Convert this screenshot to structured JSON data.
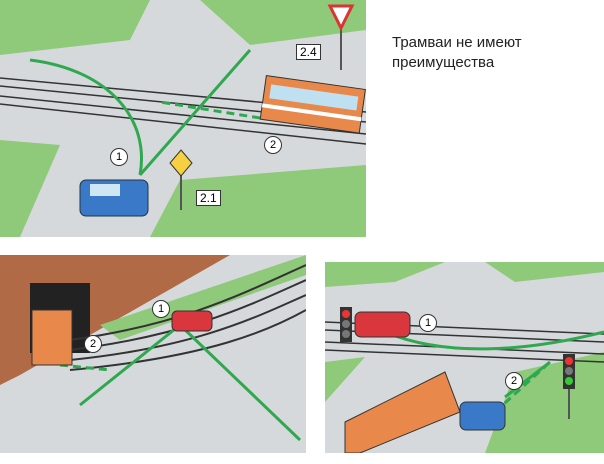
{
  "caption": {
    "line1": "Трамваи не имеют",
    "line2": "преимущества"
  },
  "panel_top": {
    "sign_yield": "2.4",
    "sign_main_road": "2.1",
    "car_label": "1",
    "tram_label": "2"
  },
  "panel_bottom_left": {
    "car_label": "1",
    "tram_label": "2"
  },
  "panel_bottom_right": {
    "car_label": "1",
    "tram_label": "2"
  },
  "colors": {
    "road": "#d6d9dc",
    "grass": "#8fc97a",
    "arrow": "#2fa84f",
    "tram": "#e8884a",
    "car_blue": "#3a78c8",
    "car_red": "#d9363e"
  }
}
